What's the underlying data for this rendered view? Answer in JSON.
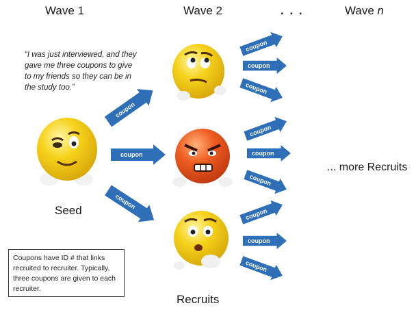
{
  "headers": {
    "wave1": "Wave 1",
    "wave2": "Wave 2",
    "dots": ". . .",
    "waven_prefix": "Wave ",
    "waven_italic": "n"
  },
  "quote": "“I was just interviewed, and they gave me three coupons to give to my friends so they can be in the study too.”",
  "seed_label": "Seed",
  "recruits_label": "Recruits",
  "more_label": "... more Recruits",
  "note": "Coupons have ID # that links recruited to recruiter. Typically, three coupons are given to each recruiter.",
  "arrow_label": "coupon",
  "colors": {
    "arrow": "#2e6fb8",
    "face_yellow": "#f4cf1a",
    "face_angry": "#e8581e"
  },
  "icons": {
    "seed": "winking-face-icon",
    "recruit_top": "skeptical-face-icon",
    "recruit_middle": "angry-face-icon",
    "recruit_bottom": "worried-face-icon"
  }
}
